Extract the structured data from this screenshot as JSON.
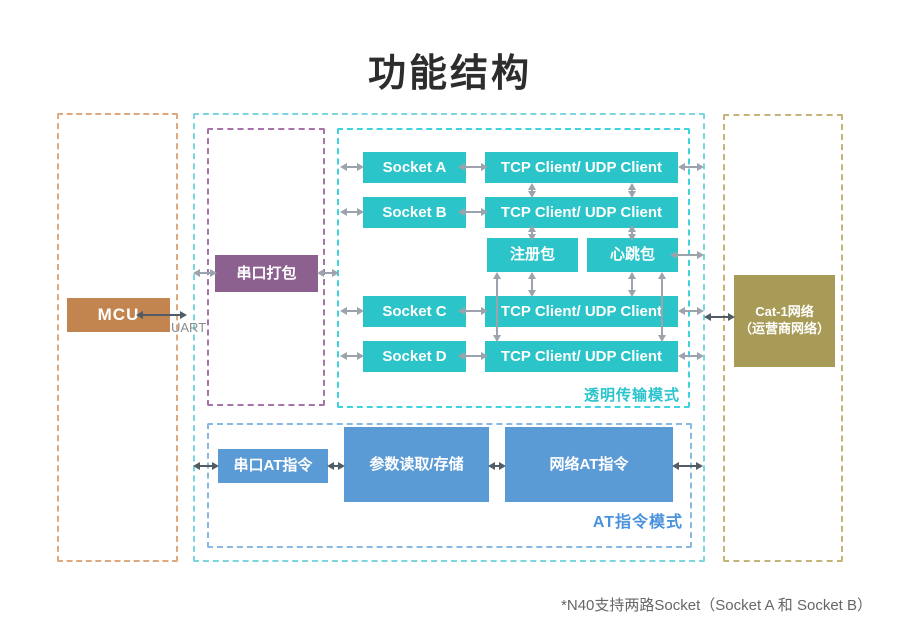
{
  "title": "功能结构",
  "left_panel": {
    "mcu_label": "MCU",
    "uart_label": "UART"
  },
  "serial_pack": {
    "label": "串口打包"
  },
  "transparent_mode": {
    "mode_label": "透明传输模式",
    "sockets": [
      "Socket A",
      "Socket B",
      "Socket C",
      "Socket D"
    ],
    "tcp_clients": [
      "TCP Client/ UDP Client",
      "TCP Client/ UDP Client",
      "TCP Client/ UDP Client",
      "TCP Client/ UDP Client"
    ],
    "registration_packet": "注册包",
    "heartbeat_packet": "心跳包"
  },
  "at_mode": {
    "mode_label": "AT指令模式",
    "serial_at": "串口AT指令",
    "param_storage": "参数读取/存储",
    "network_at": "网络AT指令"
  },
  "network": {
    "line1": "Cat-1网络",
    "line2": "（运营商网络）"
  },
  "footnote": "*N40支持两路Socket（Socket A 和 Socket B）",
  "colors": {
    "teal_box": "#2bc4c8",
    "blue_box": "#5b9bd5",
    "purple_box": "#8c6190",
    "mcu_box": "#c3854f",
    "cat1_box": "#a79b57",
    "left_panel_border": "#dea97f",
    "right_panel_border": "#c4b478",
    "outer_panel_border": "#7dd6de",
    "inner_panel_border": "#3ed3de",
    "purple_panel_border": "#a673aa",
    "at_panel_border": "#88b8e4",
    "arrow_light": "#9ca3ad",
    "arrow_dark": "#525c66",
    "transparent_label_text": "#2bc3cc",
    "at_label_text": "#4b92dc",
    "title_text": "#2d2d2d",
    "uart_text": "#8c8c8c",
    "footnote_text": "#666666"
  }
}
